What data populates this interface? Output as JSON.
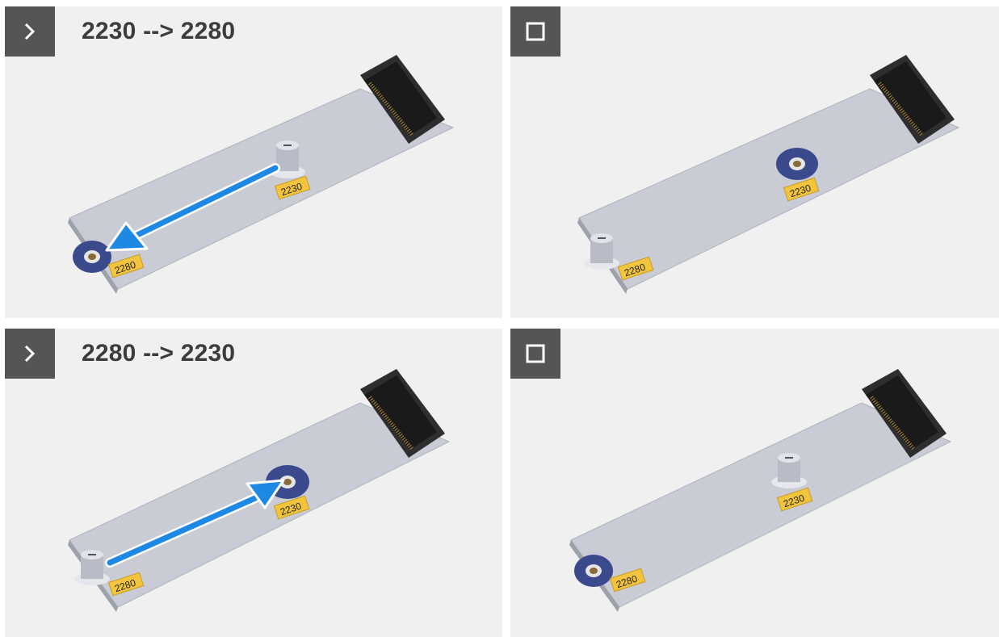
{
  "panels": [
    {
      "icon": "chevron-right-icon",
      "title": "2230 --> 2280",
      "labels": [
        "2230",
        "2280"
      ]
    },
    {
      "icon": "stop-square-icon",
      "labels": [
        "2230",
        "2280"
      ]
    },
    {
      "icon": "chevron-right-icon",
      "title": "2280 --> 2230",
      "labels": [
        "2230",
        "2280"
      ]
    },
    {
      "icon": "stop-square-icon",
      "labels": [
        "2230",
        "2280"
      ]
    }
  ],
  "colors": {
    "panel_bg": "#f0f0f0",
    "badge_bg": "#555555",
    "arrow": "#1e88e5",
    "label_bg": "#f3c53f",
    "screw_ring": "#3a4a8c"
  }
}
